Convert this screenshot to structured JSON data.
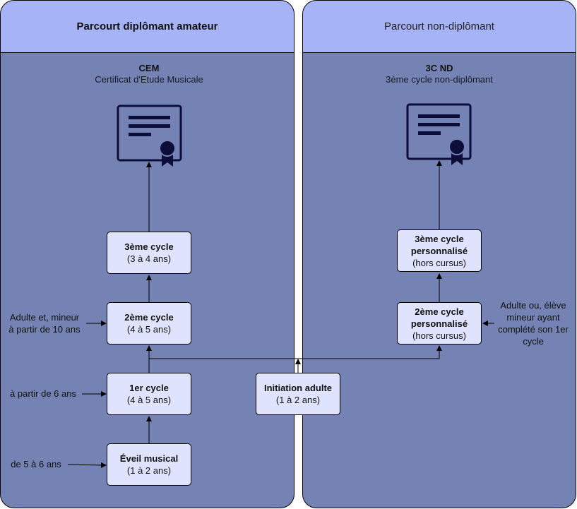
{
  "lanes": {
    "left": {
      "title": "Parcourt diplômant amateur"
    },
    "right": {
      "title": "Parcourt non-diplômant"
    }
  },
  "diplomas": {
    "left": {
      "title": "CEM",
      "subtitle": "Certificat d'Etude Musicale",
      "icon": "certificate-icon"
    },
    "right": {
      "title": "3C ND",
      "subtitle": "3ème cycle non-diplômant",
      "icon": "certificate-icon"
    }
  },
  "boxes": {
    "cycle3": {
      "title": "3ème cycle",
      "duration": "(3 à 4 ans)"
    },
    "cycle2": {
      "title": "2ème cycle",
      "duration": "(4 à 5 ans)"
    },
    "cycle1": {
      "title": "1er cycle",
      "duration": "(4 à 5 ans)"
    },
    "eveil": {
      "title": "Éveil musical",
      "duration": "(1 à 2 ans)"
    },
    "initiation": {
      "title": "Initiation adulte",
      "duration": "(1 à 2 ans)"
    },
    "cycle3_perso": {
      "title_line1": "3ème cycle",
      "title_line2": "personnalisé",
      "duration": "(hors cursus)"
    },
    "cycle2_perso": {
      "title_line1": "2ème cycle",
      "title_line2": "personnalisé",
      "duration": "(hors cursus)"
    }
  },
  "notes": {
    "cycle2_entry": {
      "line1": "Adulte et, mineur",
      "line2": "à partir de 10 ans"
    },
    "cycle1_entry": {
      "line1": "à partir de 6 ans"
    },
    "eveil_entry": {
      "line1": "de 5 à 6 ans"
    },
    "cycle2_perso_entry": {
      "line1": "Adulte ou, élève",
      "line2": "mineur ayant",
      "line3": "complété son 1er",
      "line4": "cycle"
    }
  },
  "colors": {
    "lane_body": "#7483b3",
    "lane_header": "#a6b3f7",
    "box_fill": "#dfe3fd",
    "icon_color": "#0d0d3a"
  }
}
